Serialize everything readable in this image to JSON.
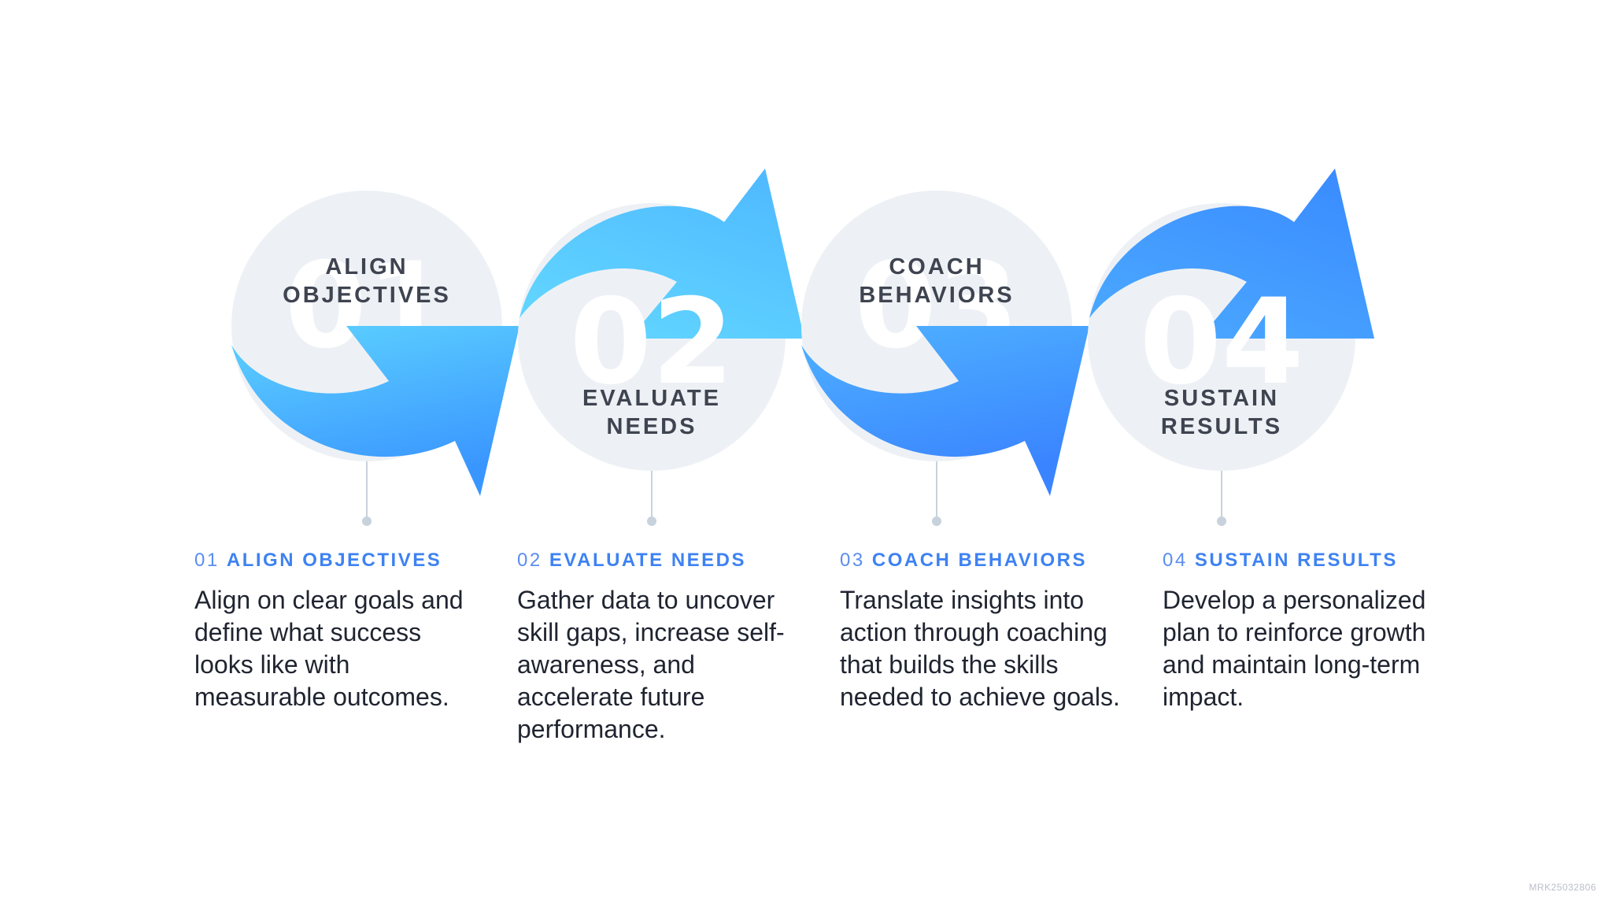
{
  "steps": [
    {
      "num": "01",
      "circle_label": [
        "ALIGN",
        "OBJECTIVES"
      ],
      "caption_title": "ALIGN OBJECTIVES",
      "description": "Align on clear goals and define what success looks like with measurable outcomes."
    },
    {
      "num": "02",
      "circle_label": [
        "EVALUATE",
        "NEEDS"
      ],
      "caption_title": "EVALUATE NEEDS",
      "description": "Gather data to uncover skill gaps, increase self-awareness, and accelerate future performance."
    },
    {
      "num": "03",
      "circle_label": [
        "COACH",
        "BEHAVIORS"
      ],
      "caption_title": "COACH BEHAVIORS",
      "description": "Translate insights into action through coaching that builds the skills needed to achieve goals."
    },
    {
      "num": "04",
      "circle_label": [
        "SUSTAIN",
        "RESULTS"
      ],
      "caption_title": "SUSTAIN RESULTS",
      "description": "Develop a personalized plan to reinforce growth and maintain long-term impact."
    }
  ],
  "footer_code": "MRK25032806",
  "colors": {
    "circle": "#edf1f5",
    "arrow_light": "#5ed3ff",
    "arrow_dark": "#3a86ff",
    "accent": "#3e82f2",
    "connector": "#c7d2dc"
  }
}
